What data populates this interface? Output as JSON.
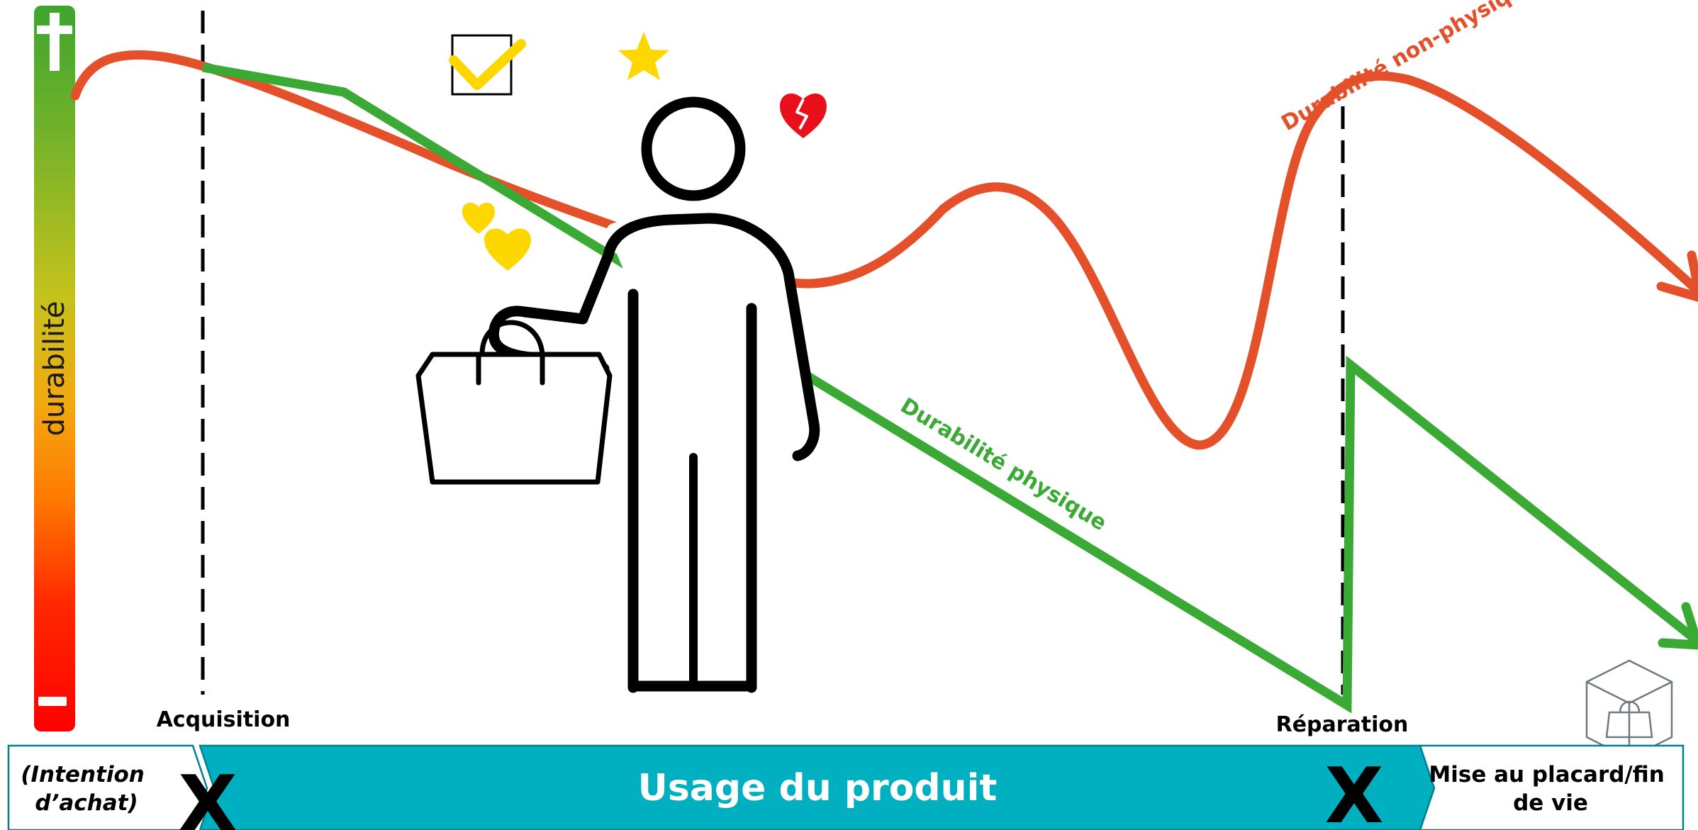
{
  "axis": {
    "label": "durabilité",
    "top_sign": "+",
    "bottom_sign": "−",
    "gradient_colors": [
      "#4caf2a",
      "#c9c31a",
      "#ff9800",
      "#ff0000"
    ]
  },
  "curves": {
    "non_physical_label": "Durabilité non-physique",
    "physical_label": "Durabilité physique",
    "non_physical_color": "#e4502a",
    "physical_color": "#3aaa35"
  },
  "milestones": {
    "acquisition": "Acquisition",
    "repair": "Réparation"
  },
  "timeline": {
    "left_stage": "(Intention d’achat)",
    "left_stage_line1": "(Intention",
    "left_stage_line2": "d’achat)",
    "middle_stage": "Usage du produit",
    "right_stage_line1": "Mise au placard/fin",
    "right_stage_line2": "de vie",
    "cross_mark": "X",
    "band_color": "#00b0c1"
  },
  "icons": [
    "checkbox-check-icon",
    "star-icon",
    "broken-heart-icon",
    "hearts-icon",
    "person-with-handbag-icon",
    "boxed-bag-icon"
  ],
  "accent_colors": {
    "gold": "#ffd700",
    "red": "#e8101a"
  }
}
